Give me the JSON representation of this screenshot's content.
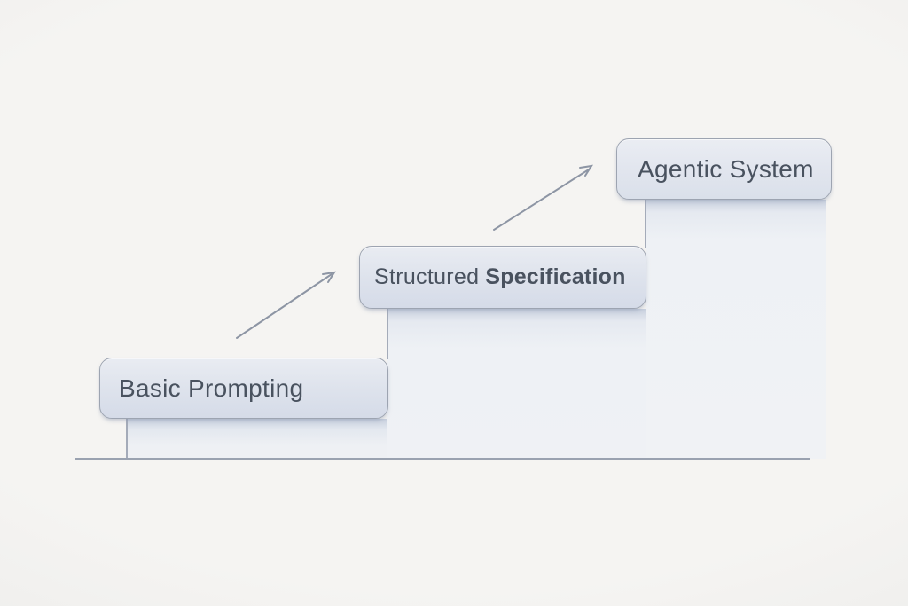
{
  "diagram": {
    "name": "progression-staircase",
    "steps": [
      {
        "label": "Basic Prompting"
      },
      {
        "label_regular": "Structured",
        "label_bold": "Specification"
      },
      {
        "label": "Agentic System"
      }
    ],
    "arrows": [
      {
        "from": "Basic Prompting",
        "to": "Structured Specification",
        "direction": "up-right"
      },
      {
        "from": "Structured Specification",
        "to": "Agentic System",
        "direction": "up-right"
      }
    ],
    "colors": {
      "background": "#f2f1ef",
      "node_fill": "#dde2ec",
      "node_border": "#9da4b1",
      "node_text": "#49525f",
      "ground_line": "#9aa2b0",
      "riser_line": "#a4abb9",
      "arrow": "#8d95a4",
      "panel_fill": "#eef1f5",
      "panel_shadow": "#c8d0de"
    }
  }
}
